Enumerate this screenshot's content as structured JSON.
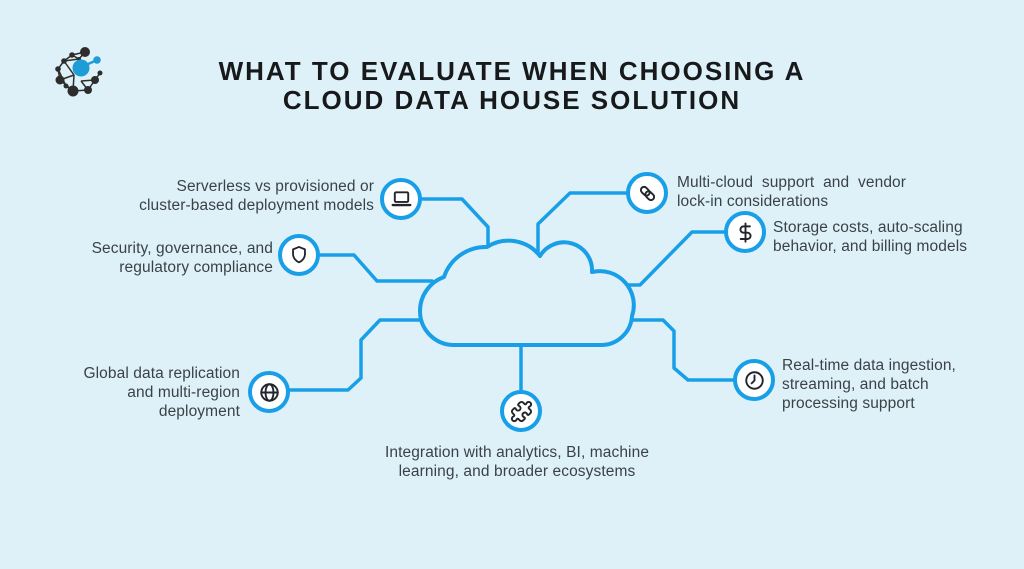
{
  "title": {
    "line1": "WHAT TO EVALUATE WHEN CHOOSING A",
    "line2": "CLOUD DATA HOUSE SOLUTION"
  },
  "colors": {
    "background": "#def1f9",
    "accent": "#189fe8",
    "icon_dark": "#21262c",
    "title_text": "#17191b",
    "body_text": "#3b4247",
    "node_fill": "#ffffff",
    "logo_blue": "#1e9cd6",
    "logo_dark": "#2d2d2d"
  },
  "branches": [
    {
      "id": "deployment-models",
      "icon": "laptop-icon",
      "lines": [
        "Serverless vs provisioned or",
        "cluster-based deployment models"
      ]
    },
    {
      "id": "security-compliance",
      "icon": "shield-icon",
      "lines": [
        "Security, governance, and",
        "regulatory compliance"
      ]
    },
    {
      "id": "global-replication",
      "icon": "globe-icon",
      "lines": [
        "Global data replication",
        "and multi-region",
        "deployment"
      ]
    },
    {
      "id": "integration-ecosystems",
      "icon": "puzzle-icon",
      "lines": [
        "Integration with analytics, BI, machine",
        "learning, and broader ecosystems"
      ]
    },
    {
      "id": "multi-cloud",
      "icon": "link-icon",
      "lines": [
        "Multi-cloud  support  and  vendor",
        "lock-in considerations"
      ]
    },
    {
      "id": "storage-costs",
      "icon": "dollar-icon",
      "lines": [
        "Storage costs, auto-scaling",
        "behavior, and billing models"
      ]
    },
    {
      "id": "realtime-processing",
      "icon": "clock-icon",
      "lines": [
        "Real-time data ingestion,",
        "streaming, and batch",
        "processing support"
      ]
    }
  ]
}
